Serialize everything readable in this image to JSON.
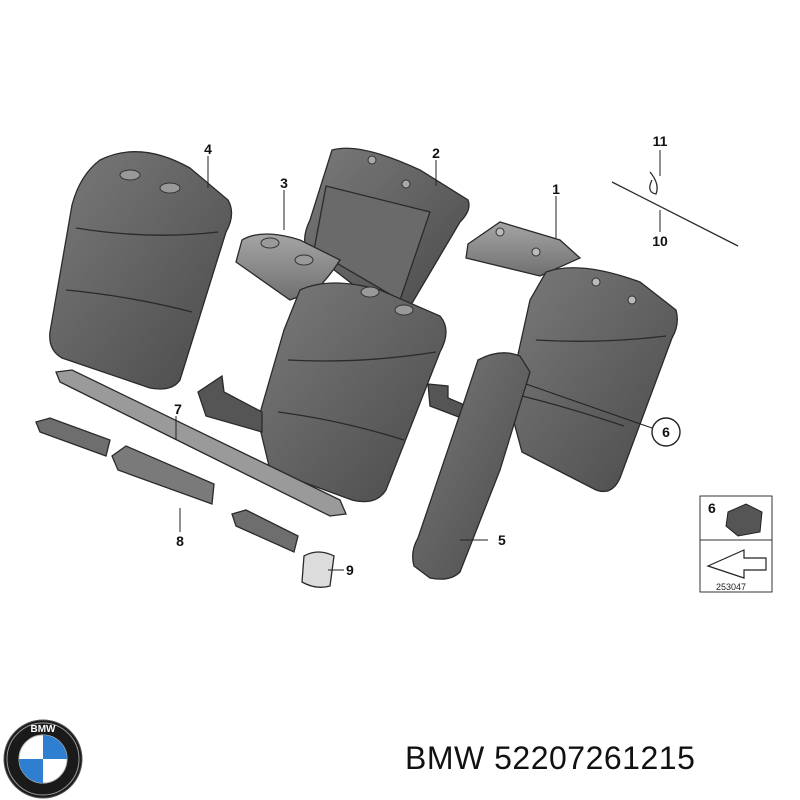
{
  "diagram": {
    "callouts": [
      "1",
      "2",
      "3",
      "4",
      "5",
      "6",
      "7",
      "8",
      "9",
      "10",
      "11"
    ],
    "inset": {
      "part_number": "6",
      "code": "253047"
    }
  },
  "brand": {
    "logo_text": "BMW"
  },
  "caption": {
    "text": "BMW 52207261215"
  },
  "colors": {
    "leather": "#5b5b5b",
    "leather_dark": "#3e3e3e",
    "panel": "#8a8a8a",
    "line": "#222222"
  }
}
